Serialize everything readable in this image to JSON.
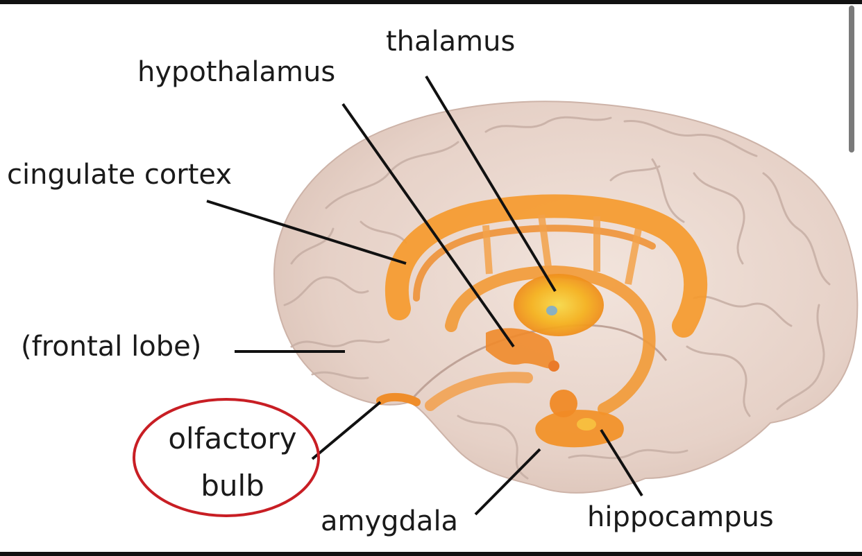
{
  "labels": {
    "thalamus": "thalamus",
    "hypothalamus": "hypothalamus",
    "cingulate_cortex": "cingulate cortex",
    "frontal_lobe": "(frontal lobe)",
    "olfactory_line1": "olfactory",
    "olfactory_line2": "bulb",
    "amygdala": "amygdala",
    "hippocampus": "hippocampus"
  },
  "colors": {
    "brain": "#e9d6cd",
    "gyrus_lines": "#c8b0a6",
    "limbic": "#f59a2e",
    "limbic_dark": "#ea7a1c",
    "thalamus": "#f5b51f",
    "leader_lines": "#111111",
    "highlight_circle": "#c81e24"
  }
}
